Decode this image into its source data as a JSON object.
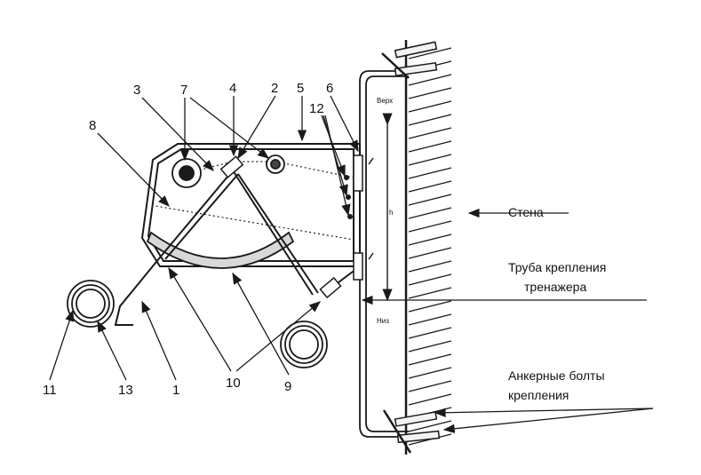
{
  "numbers": {
    "n1": "1",
    "n2": "2",
    "n3": "3",
    "n4": "4",
    "n5": "5",
    "n6": "6",
    "n7": "7",
    "n8": "8",
    "n9": "9",
    "n10": "10",
    "n11": "11",
    "n12": "12",
    "n13": "13"
  },
  "labels": {
    "wall": "Стена",
    "pipe_line1": "Труба крепления",
    "pipe_line2": "тренажера",
    "bolts_line1": "Анкерные болты",
    "bolts_line2": "крепления",
    "top": "Верх",
    "bottom": "Низ",
    "h": "h"
  },
  "colors": {
    "ink": "#1a1a1a",
    "frame_fill": "#e6e6e6",
    "background": "#ffffff"
  }
}
